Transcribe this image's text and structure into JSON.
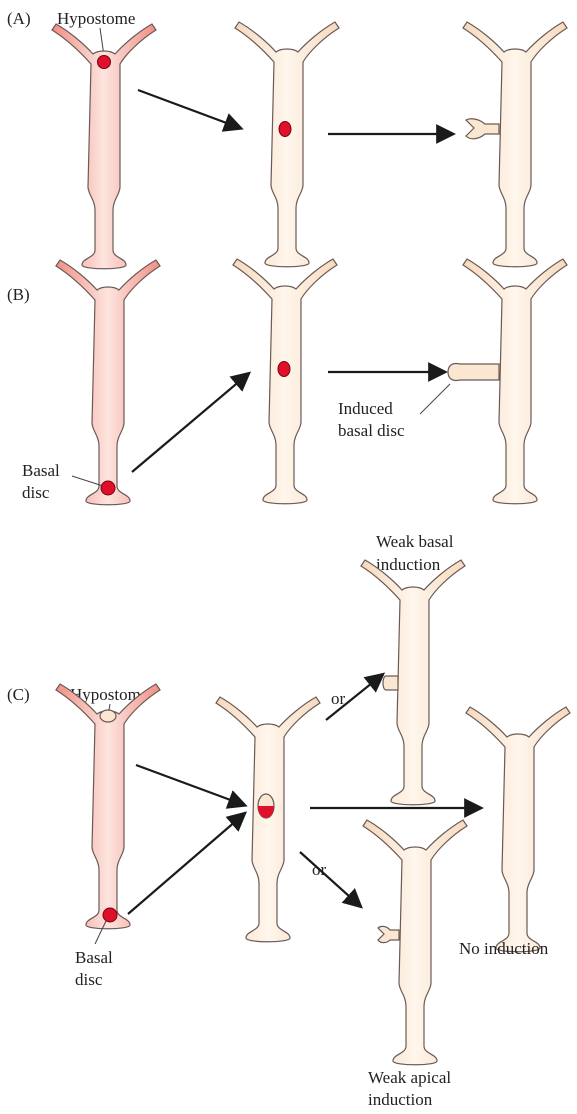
{
  "colors": {
    "donor_body": "#f3a8a0",
    "donor_core": "#fde4de",
    "host_body": "#fbe6d2",
    "host_core": "#fff6ec",
    "graft": "#e0102a",
    "arrow": "#1a1a1a"
  },
  "panels": {
    "a": {
      "label": "(A)",
      "hypostome_label": "Hypostome"
    },
    "b": {
      "label": "(B)",
      "basal_disc_label": [
        "Basal",
        "disc"
      ],
      "induced_label": [
        "Induced",
        "basal disc"
      ]
    },
    "c": {
      "label": "(C)",
      "hypostome_label": "Hypostome",
      "basal_disc_label": [
        "Basal",
        "disc"
      ],
      "or_top": "or",
      "or_bottom": "or",
      "weak_basal_label": [
        "Weak basal",
        "induction"
      ],
      "no_induction_label": "No induction",
      "weak_apical_label": [
        "Weak apical",
        "induction"
      ]
    }
  }
}
